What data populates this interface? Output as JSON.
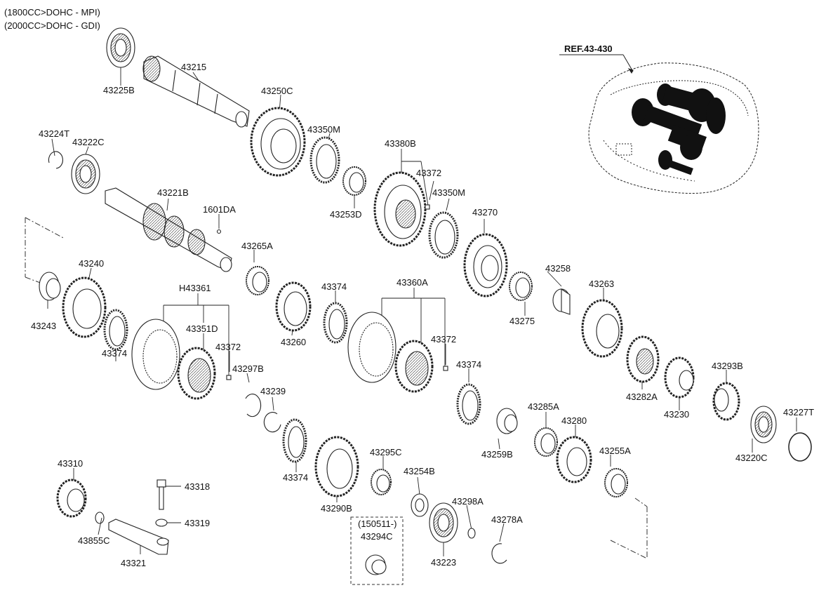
{
  "header": {
    "line1": "(1800CC>DOHC - MPI)",
    "line2": "(2000CC>DOHC - GDI)"
  },
  "reference": {
    "label": "REF.43-430"
  },
  "optional_box": {
    "date_label": "(150511-)"
  },
  "colors": {
    "ink": "#111111",
    "background": "#ffffff"
  },
  "parts": [
    {
      "id": "p1",
      "label": "43225B"
    },
    {
      "id": "p2",
      "label": "43215"
    },
    {
      "id": "p3",
      "label": "43250C"
    },
    {
      "id": "p4",
      "label": "43350M"
    },
    {
      "id": "p5",
      "label": "43224T"
    },
    {
      "id": "p6",
      "label": "43222C"
    },
    {
      "id": "p7",
      "label": "43380B"
    },
    {
      "id": "p8",
      "label": "43372"
    },
    {
      "id": "p9",
      "label": "43350M"
    },
    {
      "id": "p10",
      "label": "43253D"
    },
    {
      "id": "p11",
      "label": "43221B"
    },
    {
      "id": "p12",
      "label": "1601DA"
    },
    {
      "id": "p13",
      "label": "43270"
    },
    {
      "id": "p14",
      "label": "43265A"
    },
    {
      "id": "p15",
      "label": "43240"
    },
    {
      "id": "p16",
      "label": "43258"
    },
    {
      "id": "p17",
      "label": "43263"
    },
    {
      "id": "p18",
      "label": "43374"
    },
    {
      "id": "p19",
      "label": "43360A"
    },
    {
      "id": "p20",
      "label": "H43361"
    },
    {
      "id": "p21",
      "label": "43243"
    },
    {
      "id": "p22",
      "label": "43275"
    },
    {
      "id": "p23",
      "label": "43351D"
    },
    {
      "id": "p24",
      "label": "43260"
    },
    {
      "id": "p25",
      "label": "43372"
    },
    {
      "id": "p26",
      "label": "43372"
    },
    {
      "id": "p27",
      "label": "43374"
    },
    {
      "id": "p28",
      "label": "43297B"
    },
    {
      "id": "p29",
      "label": "43374"
    },
    {
      "id": "p30",
      "label": "43293B"
    },
    {
      "id": "p31",
      "label": "43282A"
    },
    {
      "id": "p32",
      "label": "43239"
    },
    {
      "id": "p33",
      "label": "43230"
    },
    {
      "id": "p34",
      "label": "43227T"
    },
    {
      "id": "p35",
      "label": "43285A"
    },
    {
      "id": "p36",
      "label": "43280"
    },
    {
      "id": "p37",
      "label": "43220C"
    },
    {
      "id": "p38",
      "label": "43295C"
    },
    {
      "id": "p39",
      "label": "43259B"
    },
    {
      "id": "p40",
      "label": "43255A"
    },
    {
      "id": "p41",
      "label": "43310"
    },
    {
      "id": "p42",
      "label": "43318"
    },
    {
      "id": "p43",
      "label": "43254B"
    },
    {
      "id": "p44",
      "label": "43374"
    },
    {
      "id": "p45",
      "label": "43298A"
    },
    {
      "id": "p46",
      "label": "43290B"
    },
    {
      "id": "p47",
      "label": "43319"
    },
    {
      "id": "p48",
      "label": "43278A"
    },
    {
      "id": "p49",
      "label": "43294C"
    },
    {
      "id": "p50",
      "label": "43855C"
    },
    {
      "id": "p51",
      "label": "43223"
    },
    {
      "id": "p52",
      "label": "43321"
    }
  ]
}
